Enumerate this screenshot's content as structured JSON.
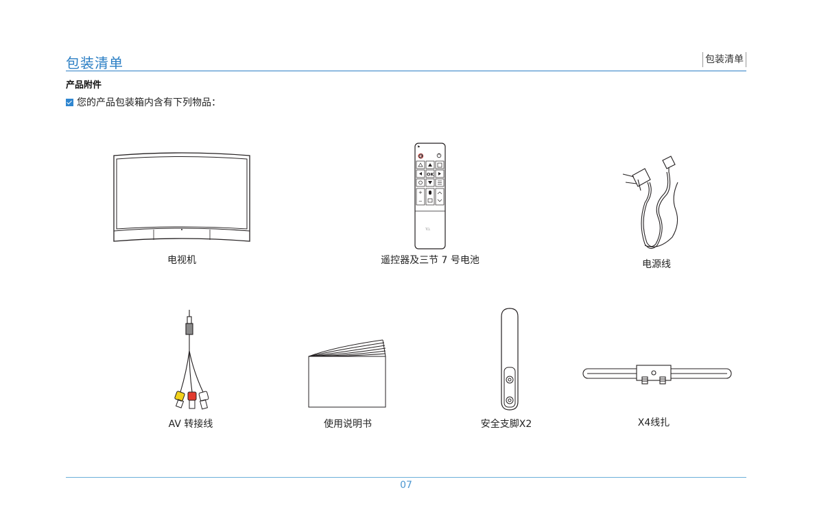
{
  "header": {
    "title": "包装清单",
    "section_tab": "包装清单"
  },
  "section": {
    "heading": "产品附件",
    "intro": "您的产品包装箱内含有下列物品："
  },
  "items": [
    {
      "caption": "电视机",
      "icon": "curved-tv-icon"
    },
    {
      "caption": "遥控器及三节 7 号电池",
      "icon": "remote-control-icon"
    },
    {
      "caption": "电源线",
      "icon": "power-cord-icon"
    },
    {
      "caption": "AV 转接线",
      "icon": "av-cable-icon"
    },
    {
      "caption": "使用说明书",
      "icon": "manual-icon"
    },
    {
      "caption": "安全支脚X2",
      "icon": "safety-foot-icon"
    },
    {
      "caption": "X4线扎",
      "icon": "cable-tie-icon"
    }
  ],
  "remote": {
    "ok_label": "OK",
    "brand": "TCL"
  },
  "footer": {
    "page_number": "07"
  },
  "colors": {
    "accent": "#2a7ec4",
    "bullet": "#2f86d0",
    "av_yellow": "#f2d21b",
    "av_red": "#e23a2e"
  }
}
